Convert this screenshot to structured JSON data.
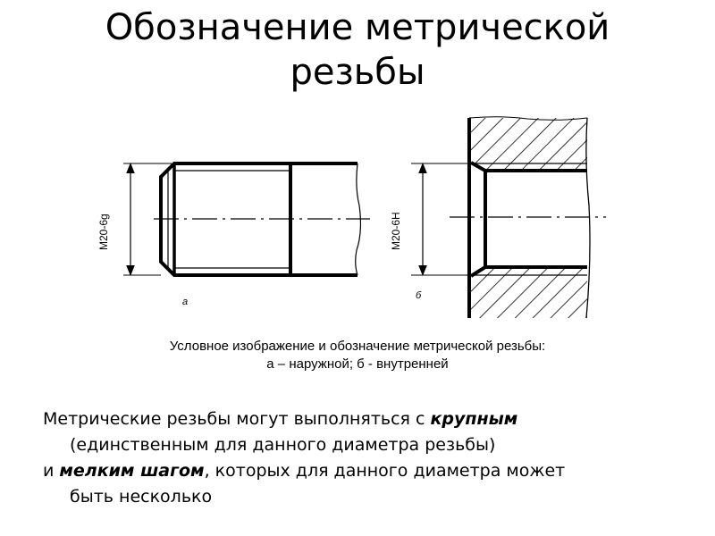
{
  "slide": {
    "title_line1": "Обозначение метрической",
    "title_line2": "резьбы"
  },
  "figure": {
    "external_label": "M20-6g",
    "internal_label": "M20-6H",
    "sub_a": "а",
    "sub_b": "б",
    "caption_line1": "Условное изображение и обозначение метрической резьбы:",
    "caption_line2": "а – наружной; б - внутренней"
  },
  "text": {
    "p1_before": "Метрические резьбы могут выполняться с ",
    "p1_bold": "крупным",
    "p1_line2": "(единственным для данного диаметра резьбы)",
    "p2_before": "и ",
    "p2_bold": "мелким шагом",
    "p2_after": ", которых для данного диаметра может",
    "p2_line2": "быть несколько"
  }
}
